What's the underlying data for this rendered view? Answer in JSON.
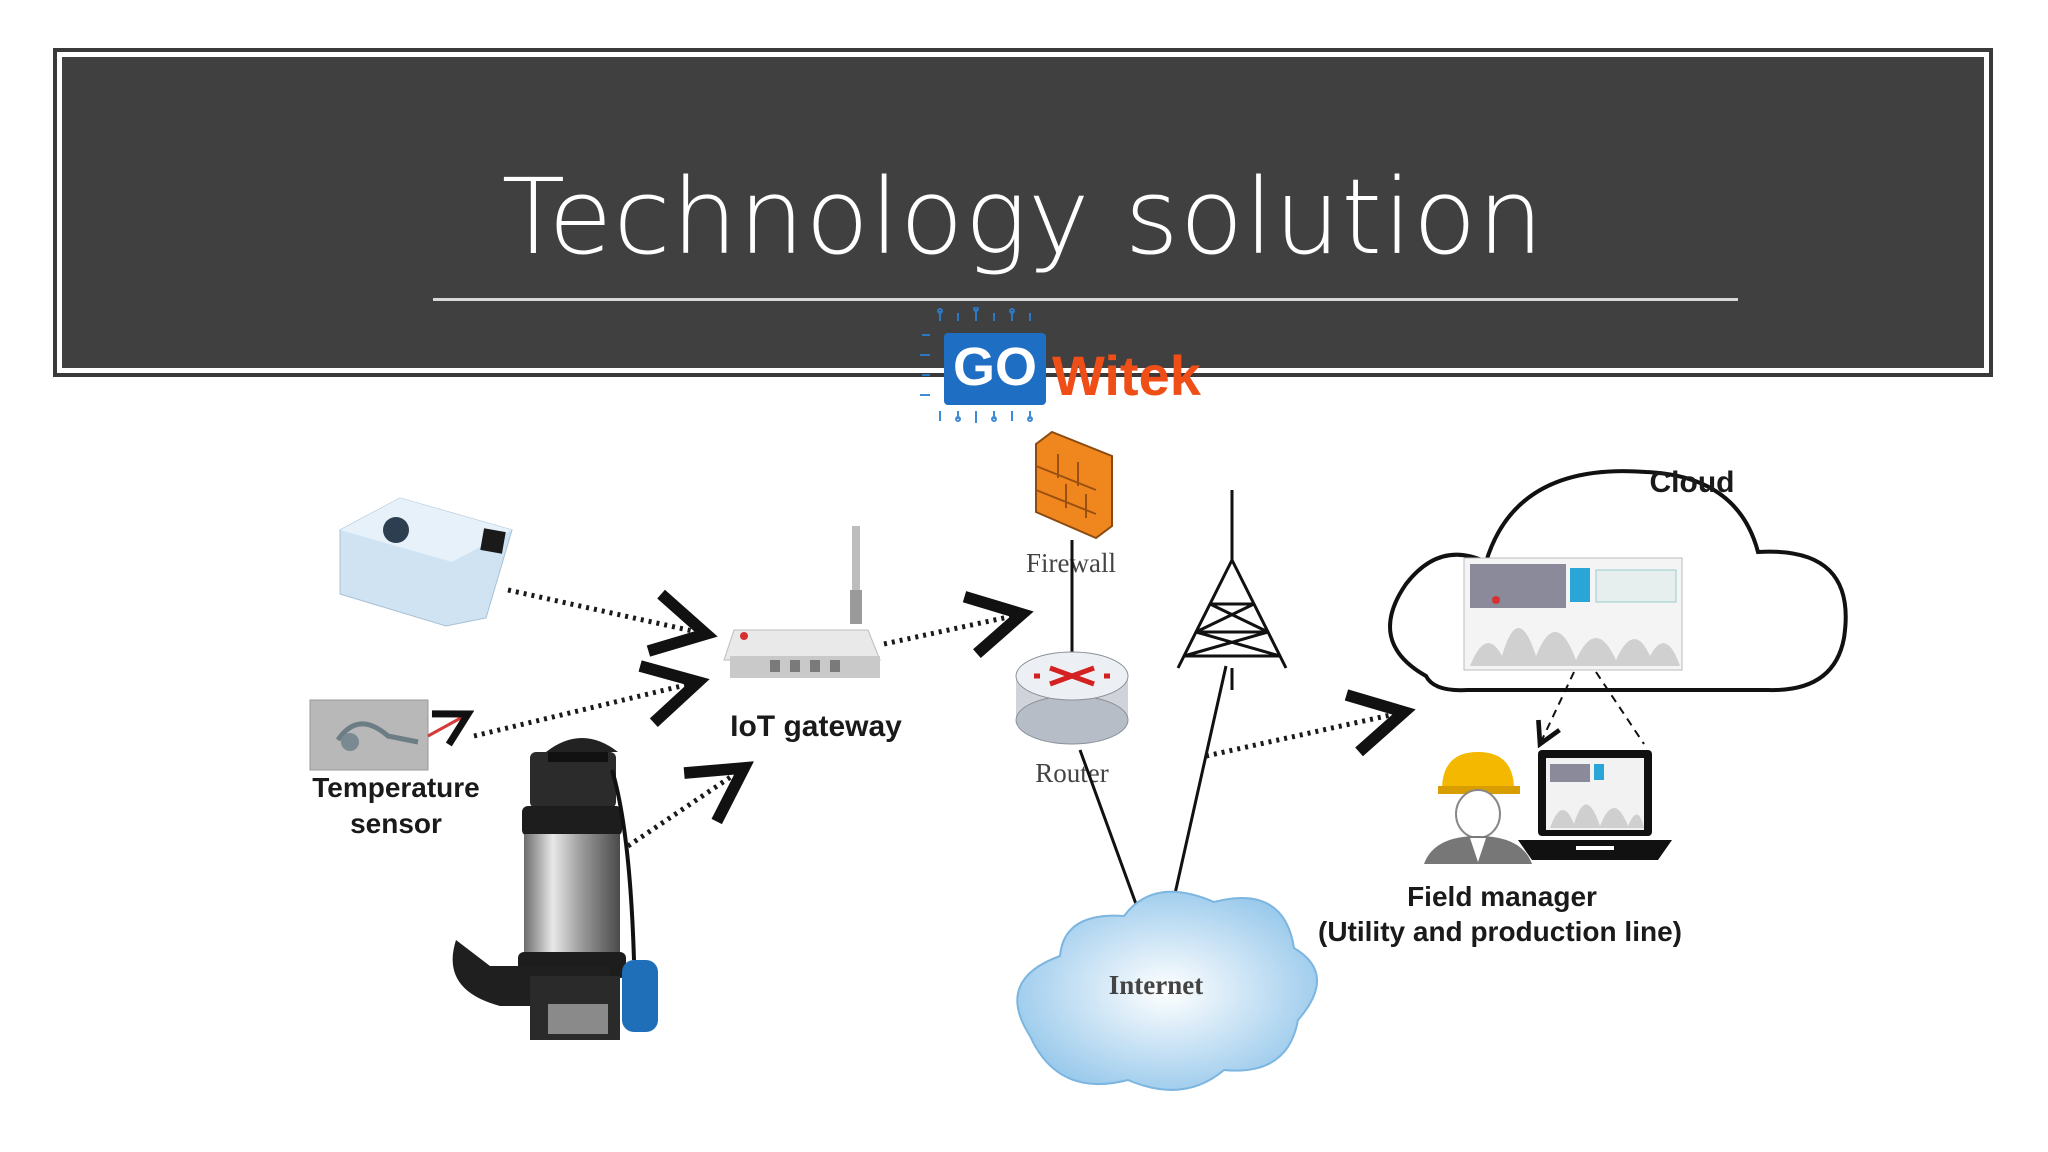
{
  "slide": {
    "title": "Technology solution",
    "logo": {
      "mark_text": "GO",
      "word_text": "Witek",
      "mark_color": "#1e6fc4",
      "word_color": "#f04e17"
    }
  },
  "diagram": {
    "labels": {
      "iot_gateway": "IoT gateway",
      "temperature_sensor_line1": "Temperature",
      "temperature_sensor_line2": "sensor",
      "firewall": "Firewall",
      "router": "Router",
      "internet": "Internet",
      "cloud": "Cloud",
      "field_manager_line1": "Field manager",
      "field_manager_line2": "(Utility and production line)"
    },
    "colors": {
      "firewall": "#f0871e",
      "router_arrows": "#d42020",
      "internet_cloud": "#a9d4f0",
      "helmet": "#f5b800",
      "pump_float": "#1f6fb8"
    }
  }
}
